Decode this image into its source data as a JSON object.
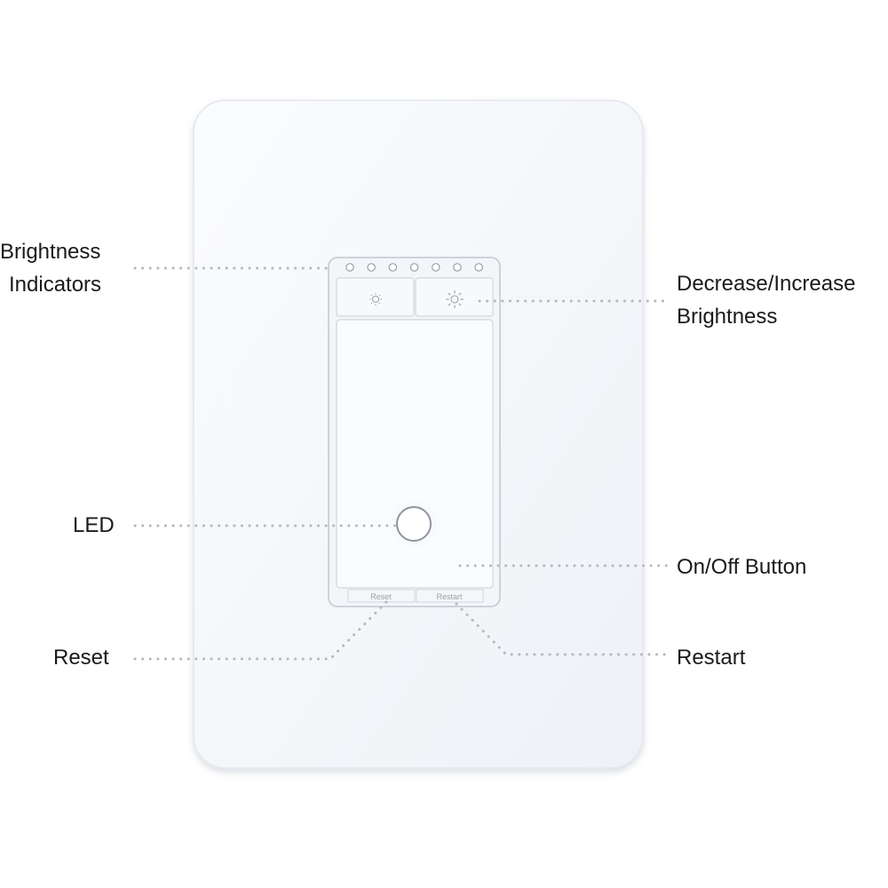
{
  "callouts": {
    "brightness_indicators": [
      "Brightness",
      "Indicators"
    ],
    "decrease_increase": [
      "Decrease/Increase",
      "Brightness"
    ],
    "led": "LED",
    "on_off": "On/Off Button",
    "reset": "Reset",
    "restart": "Restart"
  },
  "device": {
    "reset_label": "Reset",
    "restart_label": "Restart",
    "indicator_count": 7
  },
  "colors": {
    "plate": "#f4f6f9",
    "leader_dots": "#b5b8bd",
    "text": "#1a1a1a"
  }
}
